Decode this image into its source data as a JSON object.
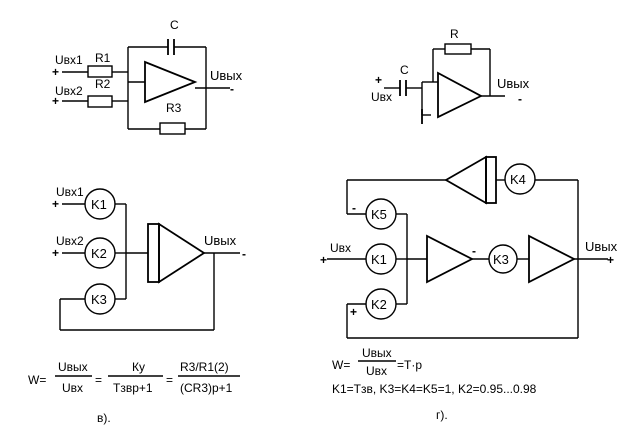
{
  "circuit_top_left": {
    "input1_label": "Uвх1",
    "input2_label": "Uвх2",
    "r1": "R1",
    "r2": "R2",
    "r3": "R3",
    "c": "C",
    "output_label": "Uвых",
    "plus": "+",
    "minus": "-"
  },
  "circuit_top_right": {
    "r": "R",
    "c": "C",
    "input_label": "Uвх",
    "output_label": "Uвых",
    "plus": "+",
    "minus": "-"
  },
  "model_v": {
    "input1_label": "Uвх1",
    "input2_label": "Uвх2",
    "k1": "K1",
    "k2": "K2",
    "k3": "K3",
    "output_label": "Uвых",
    "plus": "+",
    "minus": "-",
    "caption": "в)."
  },
  "model_g": {
    "input_label": "Uвх",
    "output_label": "Uвых",
    "k1": "K1",
    "k2": "K2",
    "k3": "K3",
    "k4": "K4",
    "k5": "K5",
    "plus": "+",
    "minus": "-",
    "caption": "г)."
  },
  "formula_v": {
    "lhs": "W=",
    "frac1_num": "Uвых",
    "frac1_den": "Uвх",
    "eq": "=",
    "frac2_num": "Ку",
    "frac2_den": "Тзвр+1",
    "frac3_num": "R3/R1(2)",
    "frac3_den": "(CR3)p+1"
  },
  "formula_g": {
    "lhs": "W=",
    "num": "Uвых",
    "den": "Uвх",
    "rhs": "=T·p",
    "params": "K1=Тзв, K3=K4=K5=1, K2=0.95...0.98"
  }
}
